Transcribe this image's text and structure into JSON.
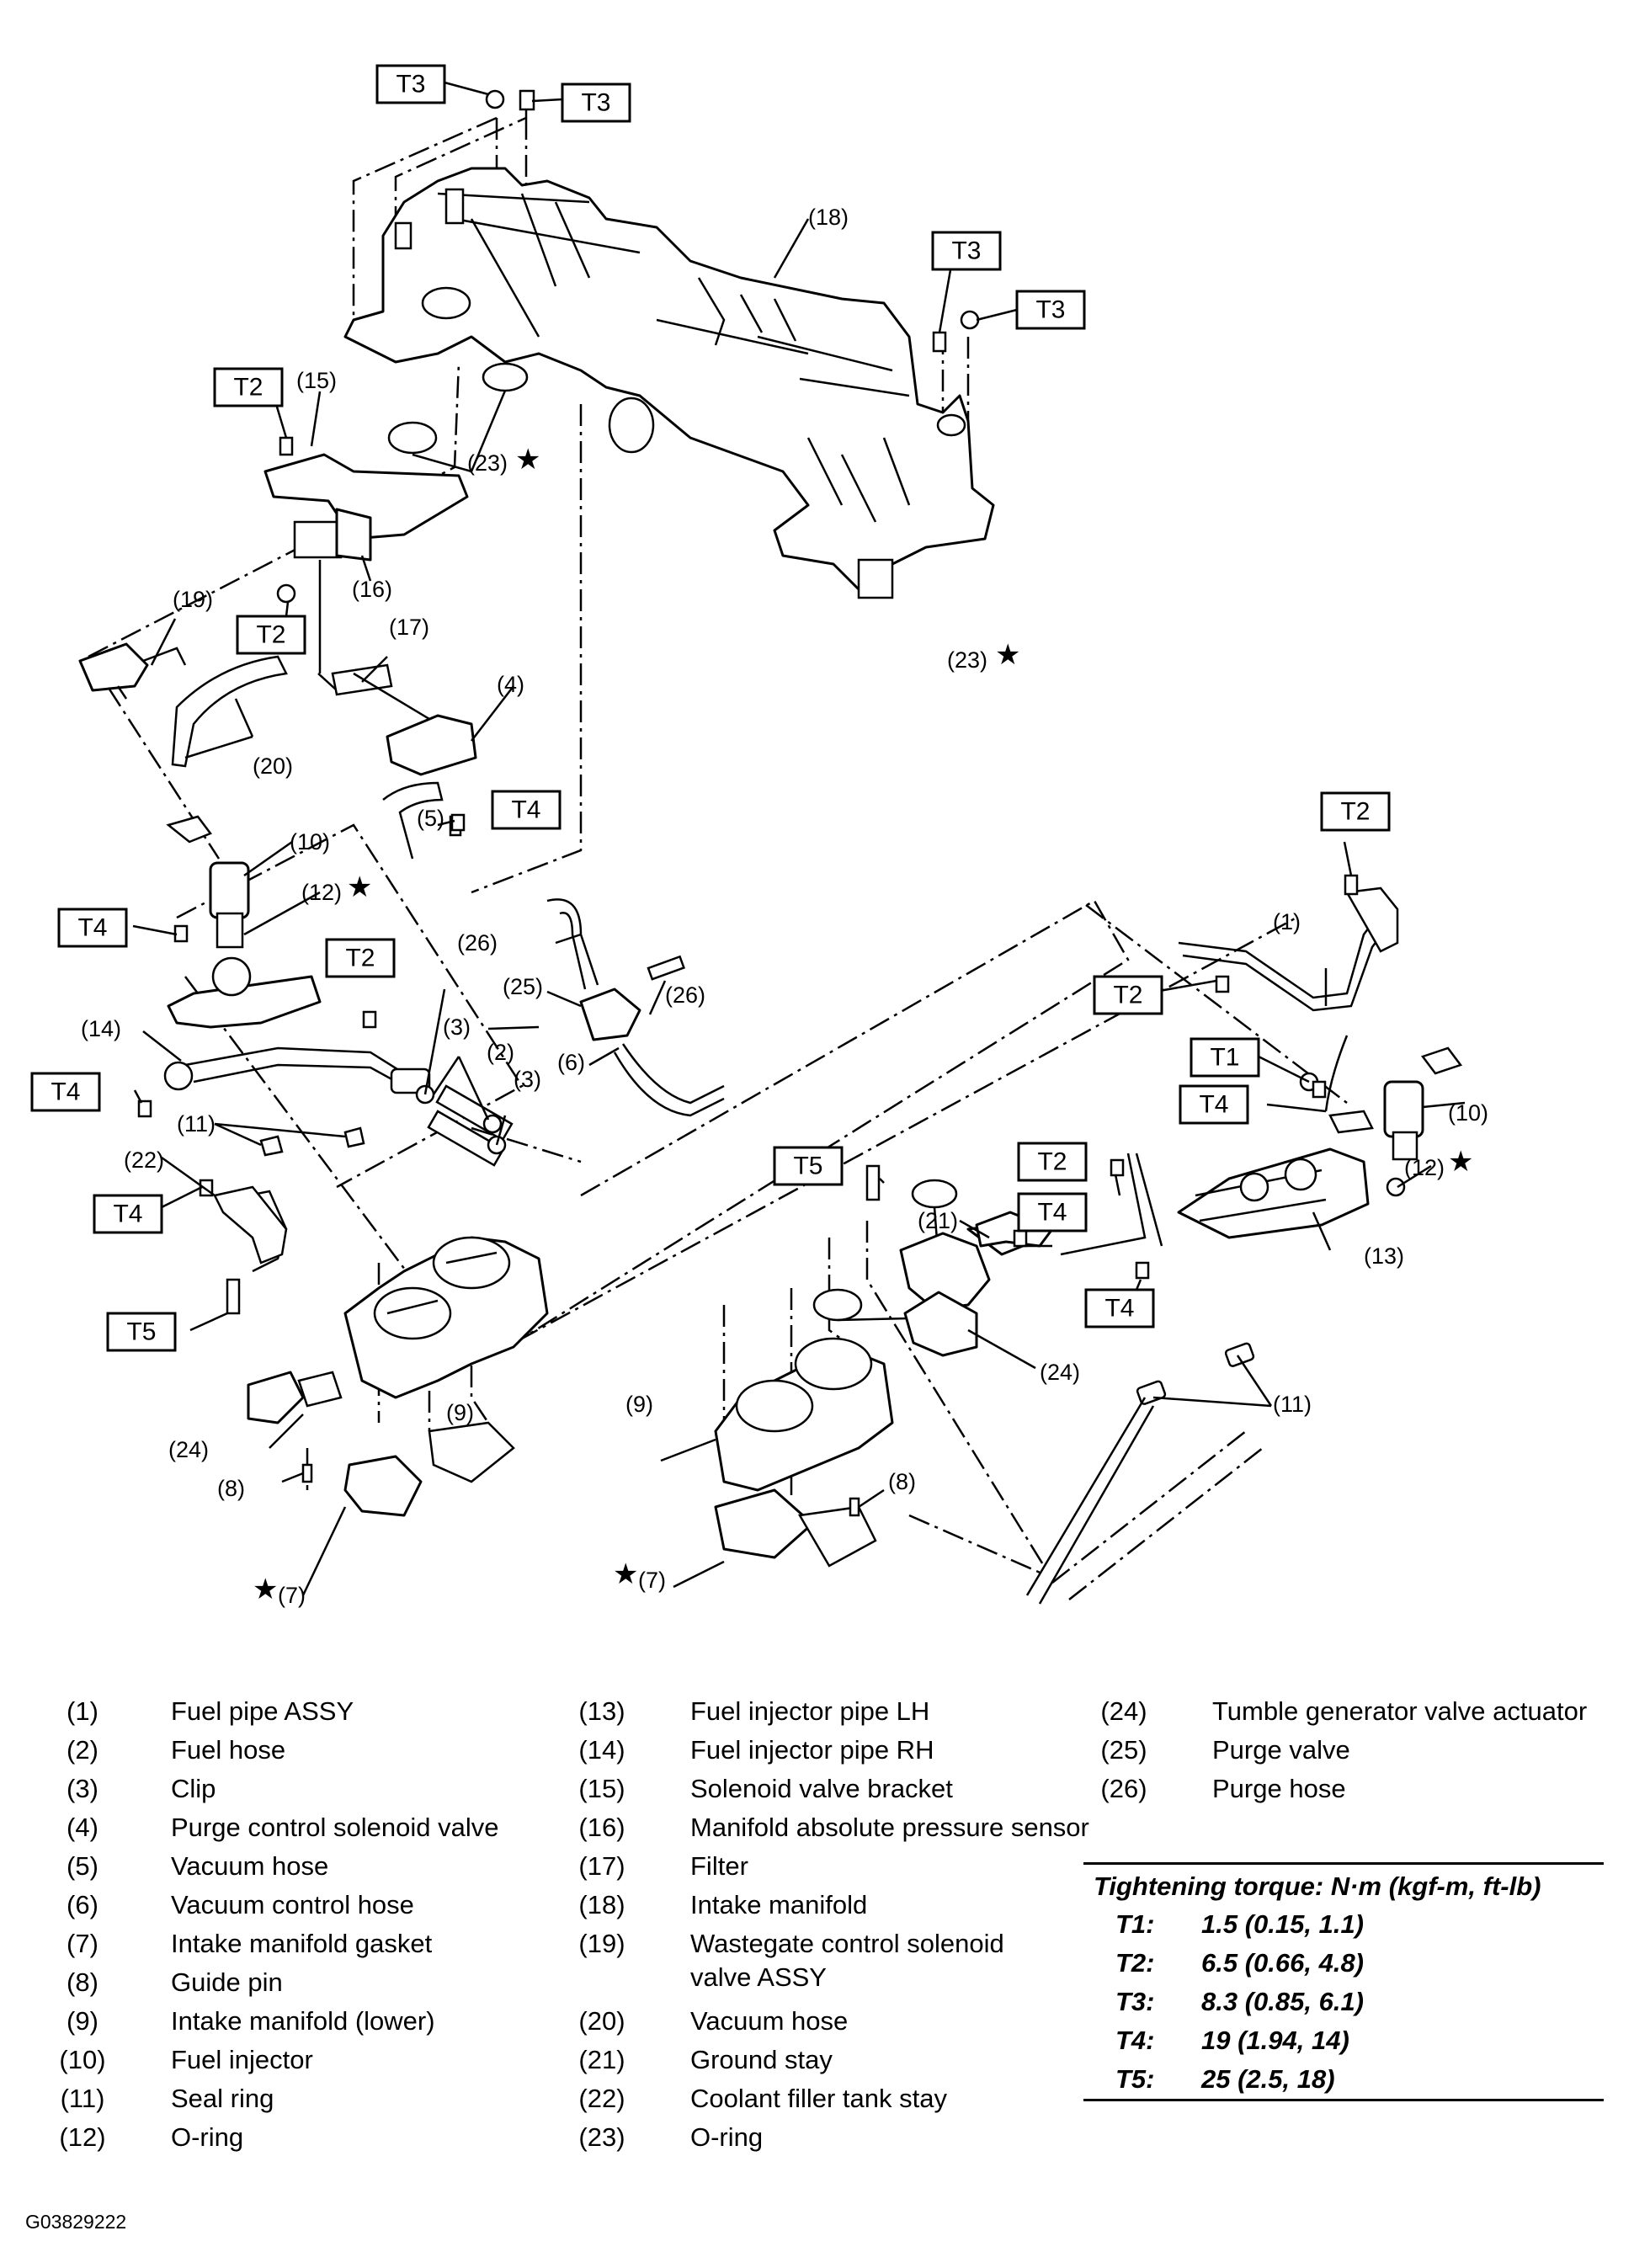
{
  "torque_labels": [
    "T1",
    "T2",
    "T3",
    "T4",
    "T5"
  ],
  "callouts": {
    "c1": "(1)",
    "c2": "(2)",
    "c3": "(3)",
    "c4": "(4)",
    "c5": "(5)",
    "c6": "(6)",
    "c7": "(7)",
    "c8": "(8)",
    "c9": "(9)",
    "c10": "(10)",
    "c11": "(11)",
    "c12": "(12)",
    "c13": "(13)",
    "c14": "(14)",
    "c15": "(15)",
    "c16": "(16)",
    "c17": "(17)",
    "c18": "(18)",
    "c19": "(19)",
    "c20": "(20)",
    "c21": "(21)",
    "c22": "(22)",
    "c23": "(23)",
    "c24": "(24)",
    "c25": "(25)",
    "c26": "(26)"
  },
  "star_symbol": "★",
  "legend": {
    "col1": [
      {
        "num": "(1)",
        "name": "Fuel pipe ASSY"
      },
      {
        "num": "(2)",
        "name": "Fuel hose"
      },
      {
        "num": "(3)",
        "name": "Clip"
      },
      {
        "num": "(4)",
        "name": "Purge control solenoid valve"
      },
      {
        "num": "(5)",
        "name": "Vacuum hose"
      },
      {
        "num": "(6)",
        "name": "Vacuum control hose"
      },
      {
        "num": "(7)",
        "name": "Intake manifold gasket"
      },
      {
        "num": "(8)",
        "name": "Guide pin"
      },
      {
        "num": "(9)",
        "name": "Intake manifold (lower)"
      },
      {
        "num": "(10)",
        "name": "Fuel injector"
      },
      {
        "num": "(11)",
        "name": "Seal ring"
      },
      {
        "num": "(12)",
        "name": "O-ring"
      }
    ],
    "col2": [
      {
        "num": "(13)",
        "name": "Fuel injector pipe LH"
      },
      {
        "num": "(14)",
        "name": "Fuel injector pipe RH"
      },
      {
        "num": "(15)",
        "name": "Solenoid valve bracket"
      },
      {
        "num": "(16)",
        "name": "Manifold absolute pressure sensor"
      },
      {
        "num": "(17)",
        "name": "Filter"
      },
      {
        "num": "(18)",
        "name": "Intake manifold"
      },
      {
        "num": "(19)",
        "name": "Wastegate control solenoid valve ASSY"
      },
      {
        "num": "(20)",
        "name": "Vacuum hose"
      },
      {
        "num": "(21)",
        "name": "Ground stay"
      },
      {
        "num": "(22)",
        "name": "Coolant filler tank stay"
      },
      {
        "num": "(23)",
        "name": "O-ring"
      }
    ],
    "col3": [
      {
        "num": "(24)",
        "name": "Tumble generator valve actuator"
      },
      {
        "num": "(25)",
        "name": "Purge valve"
      },
      {
        "num": "(26)",
        "name": "Purge hose"
      }
    ]
  },
  "torque_table": {
    "title": "Tightening torque: N·m (kgf-m, ft-lb)",
    "rows": [
      {
        "key": "T1:",
        "value": "1.5 (0.15, 1.1)"
      },
      {
        "key": "T2:",
        "value": "6.5 (0.66, 4.8)"
      },
      {
        "key": "T3:",
        "value": "8.3 (0.85, 6.1)"
      },
      {
        "key": "T4:",
        "value": "19 (1.94, 14)"
      },
      {
        "key": "T5:",
        "value": "25 (2.5, 18)"
      }
    ]
  },
  "figure_id": "G03829222"
}
